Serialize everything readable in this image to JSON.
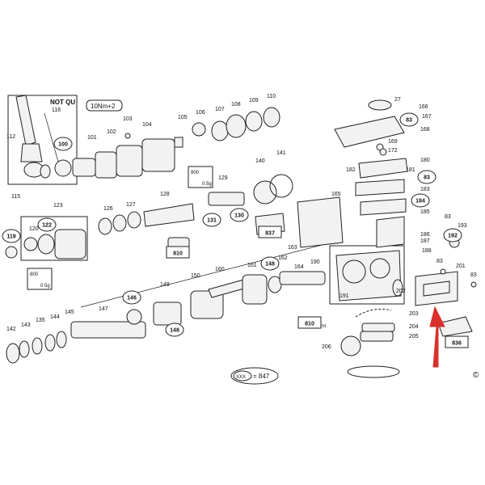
{
  "diagram": {
    "frame_note": "NOT QU",
    "torque_note": "10Nm+2",
    "legend_note": "= 847",
    "legend_symbol": "XXX",
    "copyright": "©",
    "grease_notes": [
      "800",
      "0.5g",
      "800",
      "0.5g"
    ],
    "oil_note": "70ml",
    "accent_color": "#d9302b",
    "plain_labels": [
      "116",
      "112",
      "115",
      "101",
      "102",
      "103",
      "104",
      "105",
      "106",
      "107",
      "108",
      "109",
      "110",
      "27",
      "166",
      "167",
      "168",
      "169",
      "172",
      "180",
      "181",
      "182",
      "183",
      "185",
      "186",
      "187",
      "188",
      "193",
      "201",
      "83",
      "83",
      "83",
      "123",
      "126",
      "127",
      "128",
      "129",
      "140",
      "141",
      "165",
      "120",
      "142",
      "143",
      "135",
      "144",
      "145",
      "147",
      "149",
      "150",
      "160",
      "161",
      "162",
      "163",
      "164",
      "190",
      "191",
      "202",
      "203",
      "204",
      "205",
      "206"
    ],
    "circled_labels": [
      "100",
      "119",
      "122",
      "131",
      "130",
      "148",
      "146",
      "148",
      "83",
      "83",
      "184",
      "192"
    ],
    "boxed_labels": [
      "837",
      "810",
      "810",
      "836"
    ]
  }
}
